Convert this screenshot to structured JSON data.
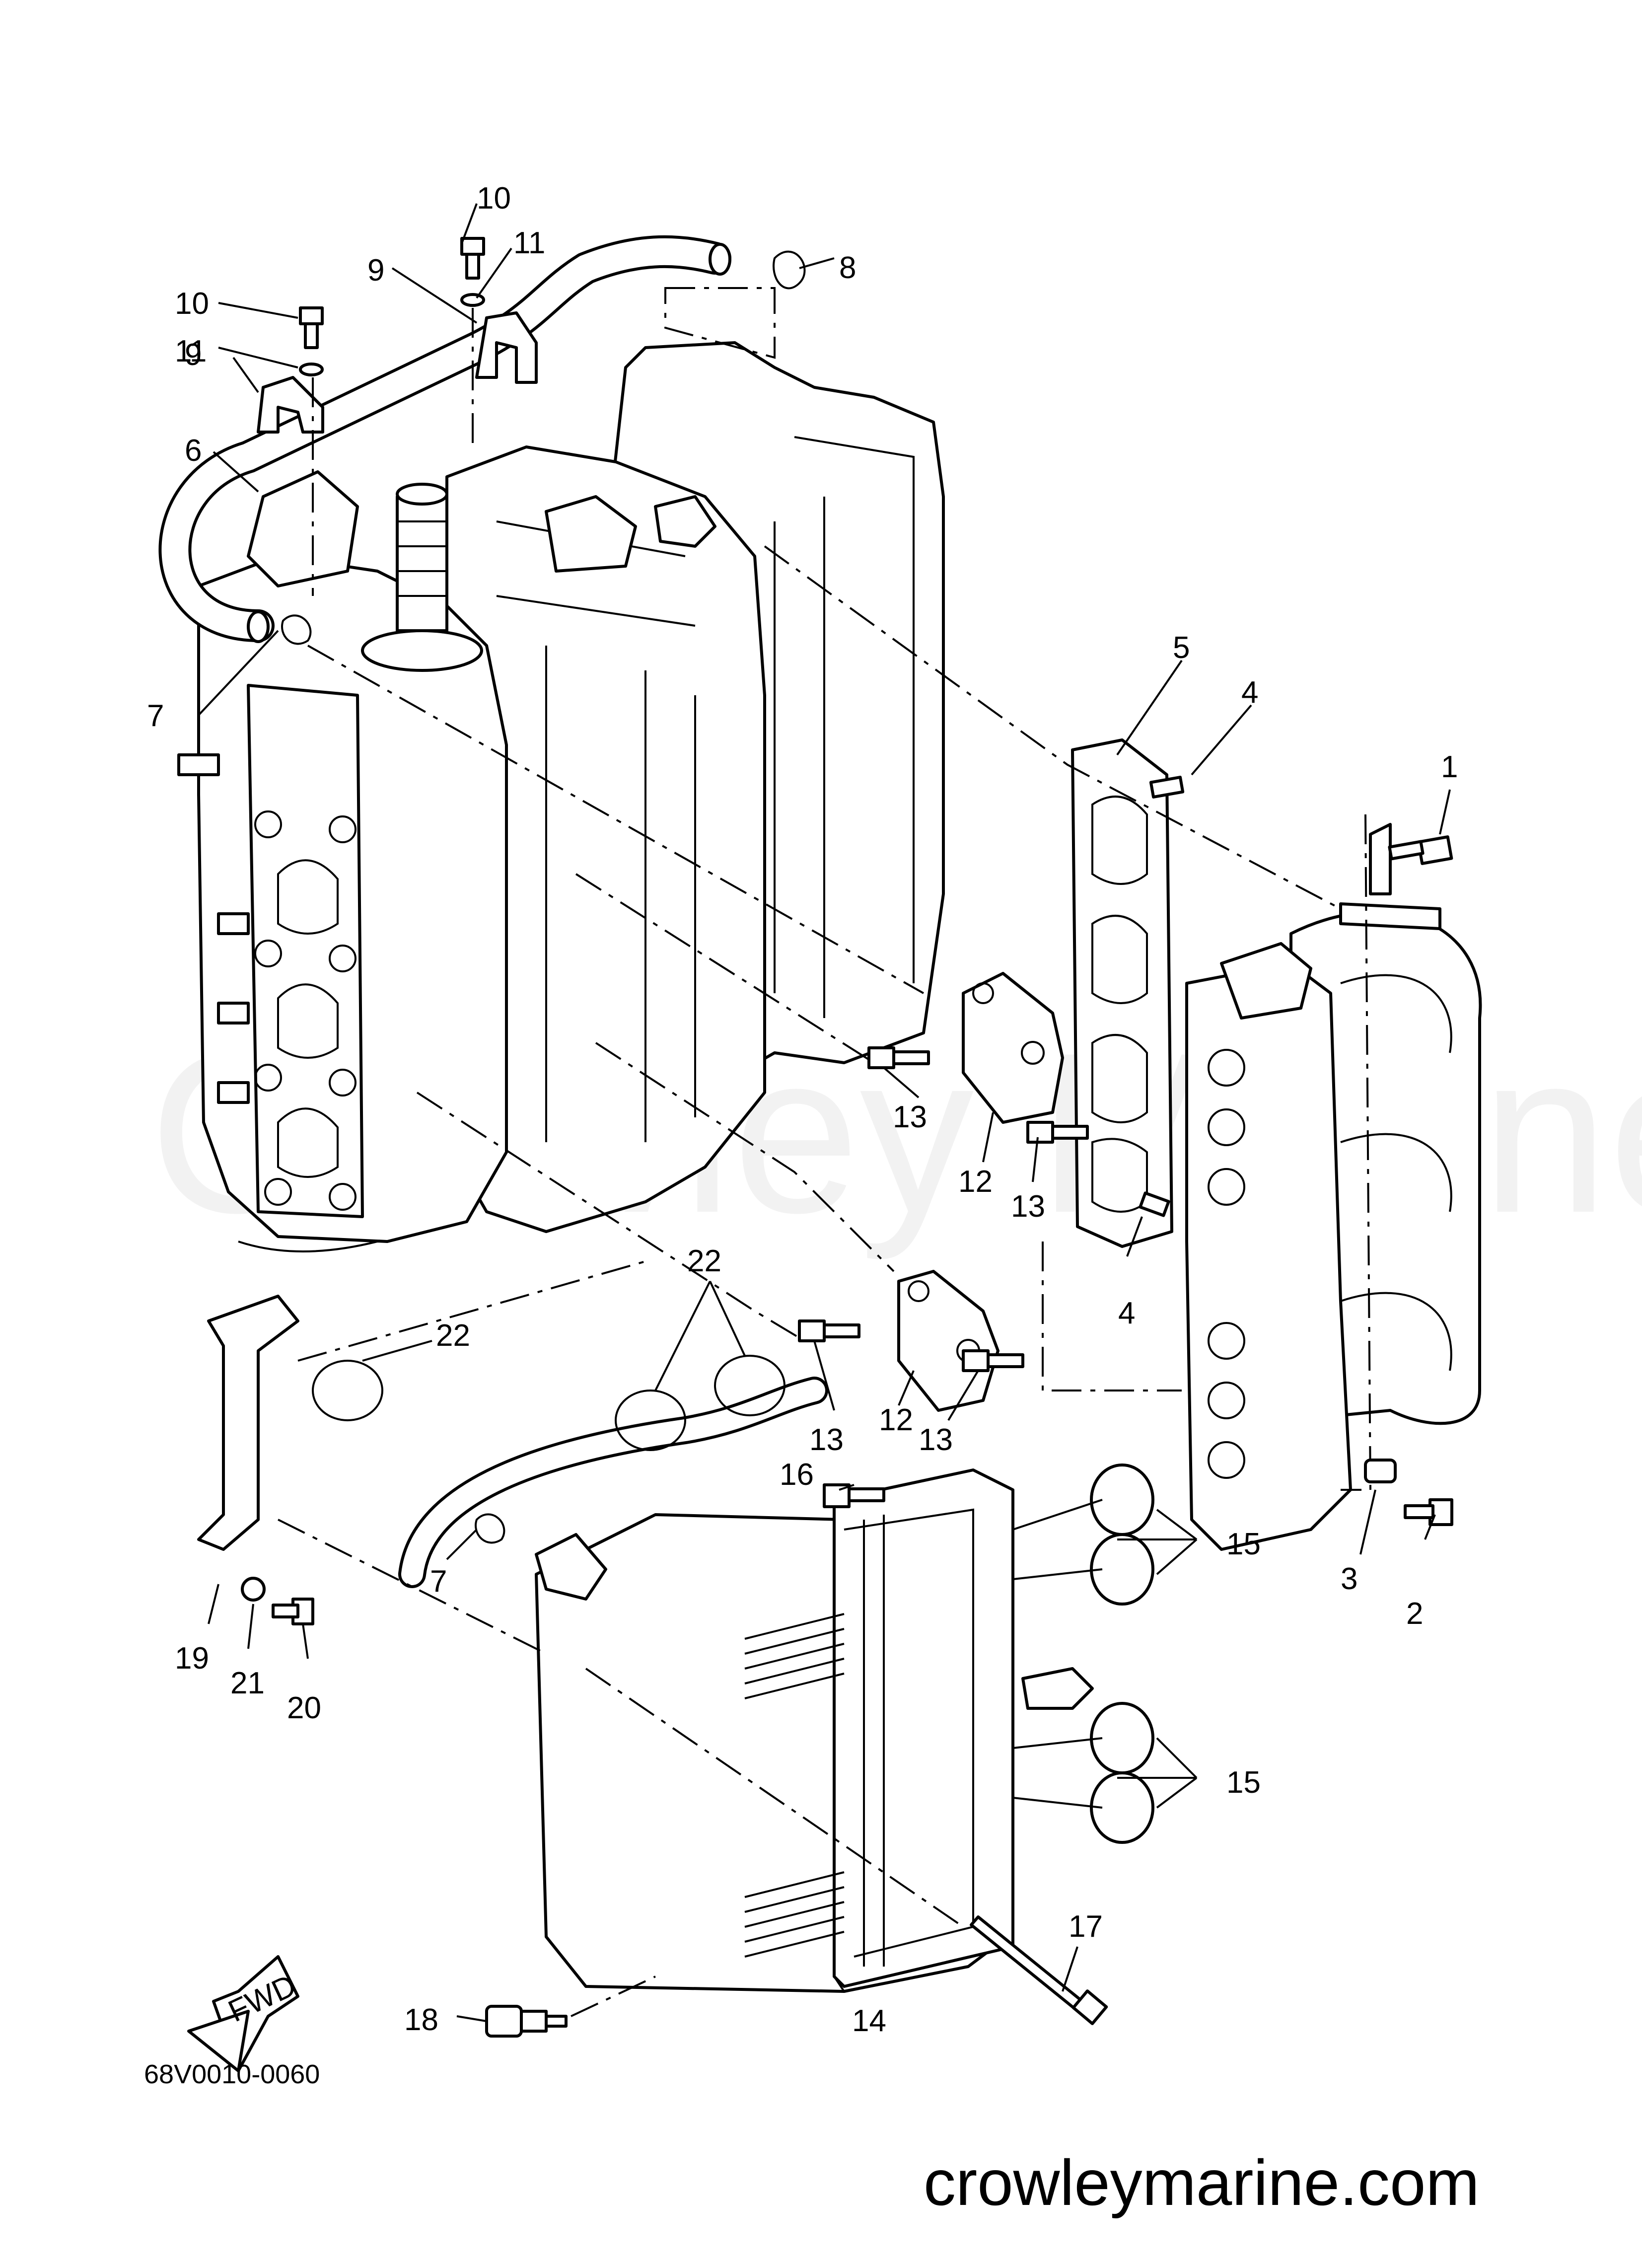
{
  "callouts": [
    {
      "id": "1",
      "label": "1"
    },
    {
      "id": "2",
      "label": "2"
    },
    {
      "id": "3",
      "label": "3"
    },
    {
      "id": "4a",
      "label": "4"
    },
    {
      "id": "4b",
      "label": "4"
    },
    {
      "id": "5",
      "label": "5"
    },
    {
      "id": "6",
      "label": "6"
    },
    {
      "id": "7a",
      "label": "7"
    },
    {
      "id": "7b",
      "label": "7"
    },
    {
      "id": "8",
      "label": "8"
    },
    {
      "id": "9a",
      "label": "9"
    },
    {
      "id": "9b",
      "label": "9"
    },
    {
      "id": "10a",
      "label": "10"
    },
    {
      "id": "10b",
      "label": "10"
    },
    {
      "id": "11a",
      "label": "11"
    },
    {
      "id": "11b",
      "label": "11"
    },
    {
      "id": "12a",
      "label": "12"
    },
    {
      "id": "12b",
      "label": "12"
    },
    {
      "id": "13a",
      "label": "13"
    },
    {
      "id": "13b",
      "label": "13"
    },
    {
      "id": "13c",
      "label": "13"
    },
    {
      "id": "13d",
      "label": "13"
    },
    {
      "id": "14",
      "label": "14"
    },
    {
      "id": "15a",
      "label": "15"
    },
    {
      "id": "15b",
      "label": "15"
    },
    {
      "id": "16",
      "label": "16"
    },
    {
      "id": "17",
      "label": "17"
    },
    {
      "id": "18",
      "label": "18"
    },
    {
      "id": "19",
      "label": "19"
    },
    {
      "id": "20",
      "label": "20"
    },
    {
      "id": "21",
      "label": "21"
    },
    {
      "id": "22a",
      "label": "22"
    },
    {
      "id": "22b",
      "label": "22"
    }
  ],
  "fwd_label": "FWD",
  "reference_code": "68V0010-0060",
  "site_name": "crowleymarine.com",
  "watermark": "Crowley Marine"
}
